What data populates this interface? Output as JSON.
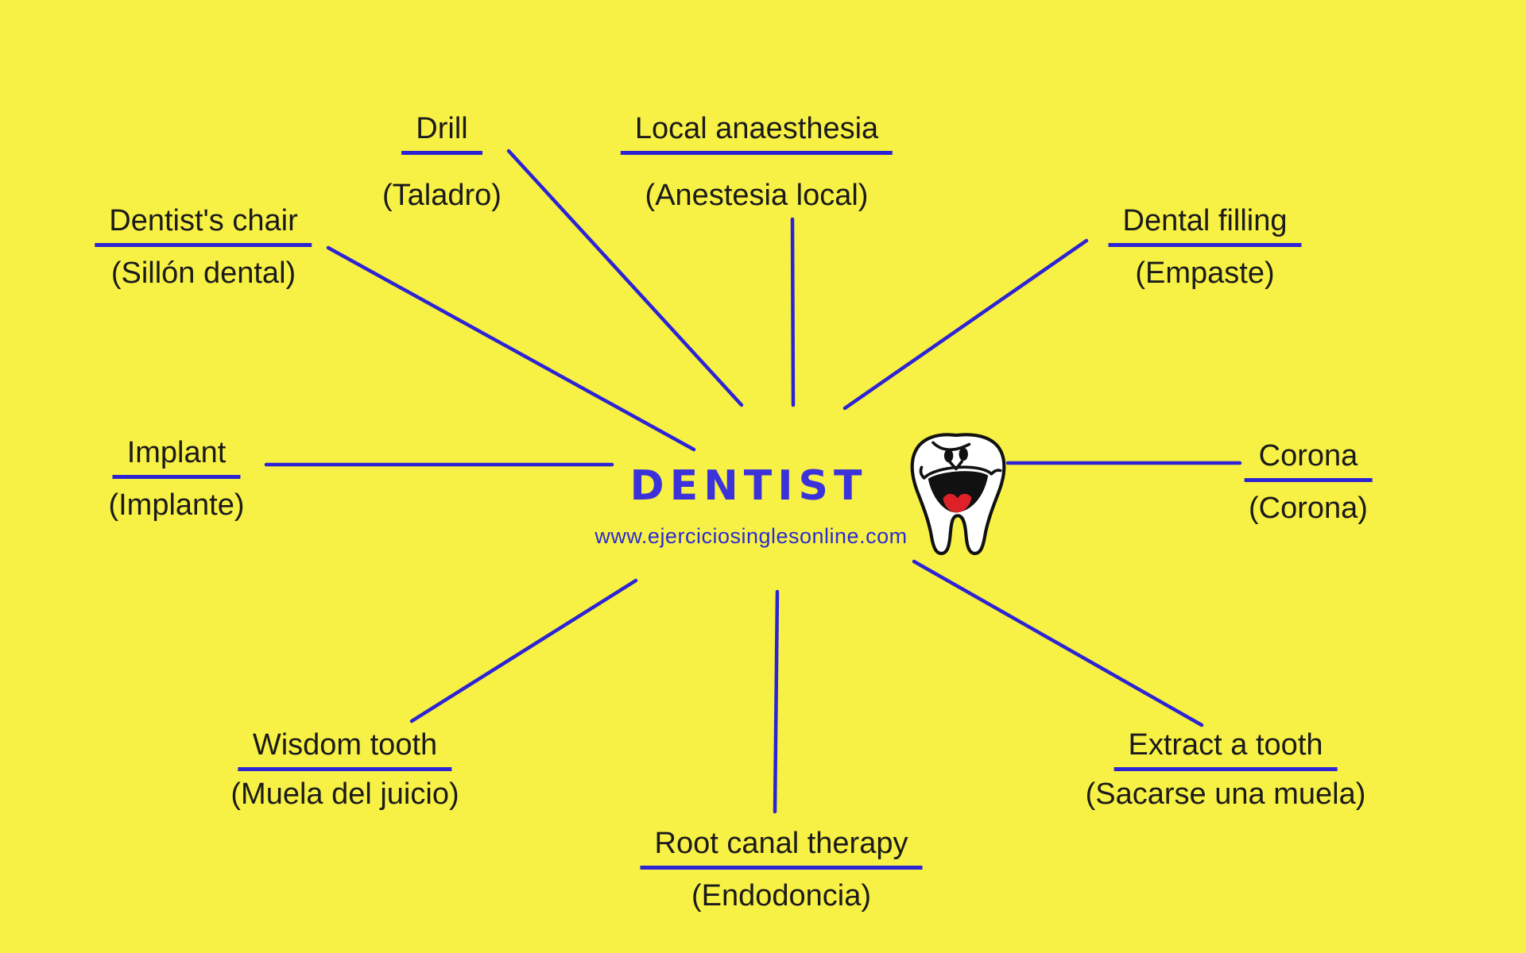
{
  "title": "DENTIST",
  "website": "www.ejerciciosinglesonline.com",
  "center_icon": "smiling-tooth",
  "colors": {
    "background": "#F8F145",
    "accent_blue": "#2C23D4",
    "title_blue": "#3B33D9",
    "text_black": "#1A1A1A",
    "tooth_white": "#FFFFFF",
    "tongue_red": "#DE2128"
  },
  "terms": [
    {
      "en": "Drill",
      "es": "(Taladro)"
    },
    {
      "en": "Local anaesthesia",
      "es": "(Anestesia local)"
    },
    {
      "en": "Dentist's chair",
      "es": "(Sillón dental)"
    },
    {
      "en": "Dental filling",
      "es": "(Empaste)"
    },
    {
      "en": "Implant",
      "es": "(Implante)"
    },
    {
      "en": "Corona",
      "es": "(Corona)"
    },
    {
      "en": "Wisdom tooth",
      "es": "(Muela del juicio)"
    },
    {
      "en": "Root canal therapy",
      "es": "(Endodoncia)"
    },
    {
      "en": "Extract a tooth",
      "es": "(Sacarse una muela)"
    }
  ]
}
